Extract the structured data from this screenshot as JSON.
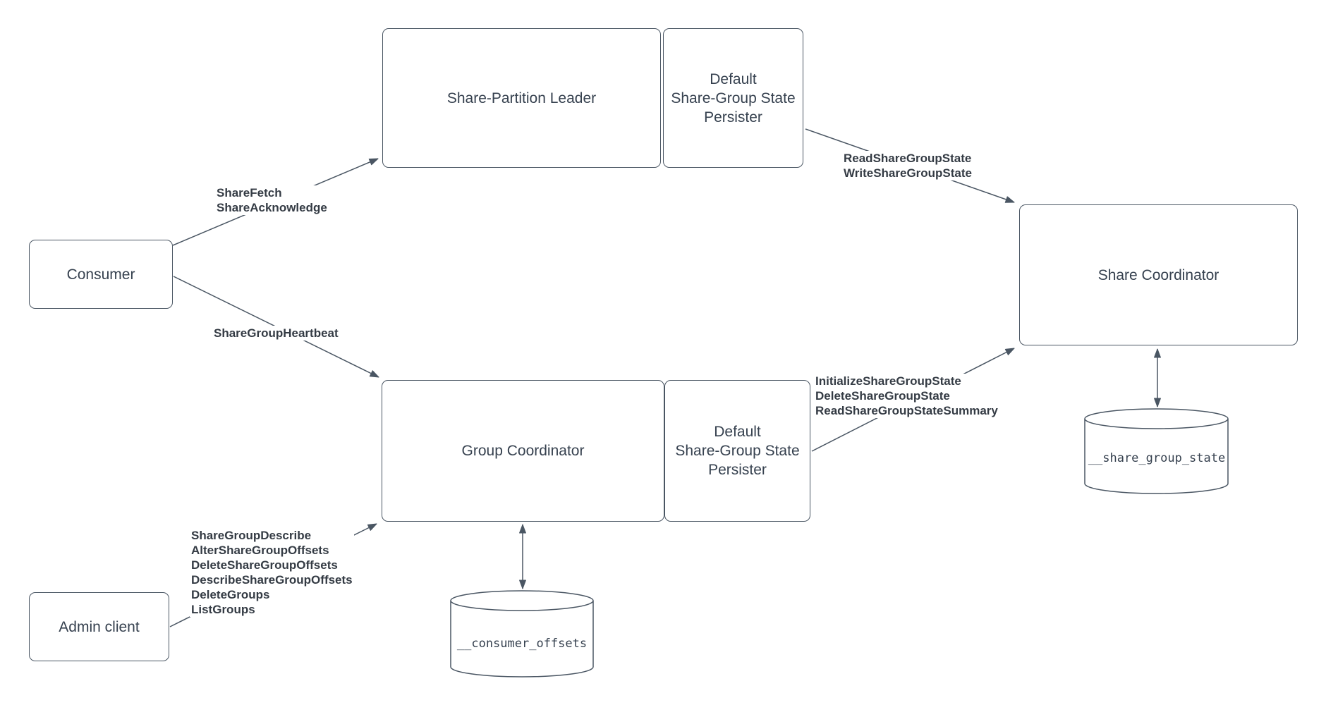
{
  "diagram": {
    "nodes": {
      "consumer": {
        "label": "Consumer"
      },
      "share_partition_leader": {
        "label": "Share-Partition Leader"
      },
      "persister_top": {
        "lines": [
          "Default",
          "Share-Group State",
          "Persister"
        ]
      },
      "share_coordinator": {
        "label": "Share Coordinator"
      },
      "group_coordinator": {
        "label": "Group Coordinator"
      },
      "persister_bottom": {
        "lines": [
          "Default",
          "Share-Group State",
          "Persister"
        ]
      },
      "admin_client": {
        "label": "Admin client"
      },
      "consumer_offsets_topic": {
        "label": "__consumer_offsets"
      },
      "share_group_state_topic": {
        "label": "__share_group_state"
      }
    },
    "edge_labels": {
      "consumer_to_share_partition_leader": [
        "ShareFetch",
        "ShareAcknowledge"
      ],
      "consumer_to_group_coordinator": [
        "ShareGroupHeartbeat"
      ],
      "persister_top_to_share_coordinator": [
        "ReadShareGroupState",
        "WriteShareGroupState"
      ],
      "persister_bottom_to_share_coordinator": [
        "InitializeShareGroupState",
        "DeleteShareGroupState",
        "ReadShareGroupStateSummary"
      ],
      "admin_client_to_group_coordinator": [
        "ShareGroupDescribe",
        "AlterShareGroupOffsets",
        "DeleteShareGroupOffsets",
        "DescribeShareGroupOffsets",
        "DeleteGroups",
        "ListGroups"
      ]
    },
    "colors": {
      "stroke": "#4a5663",
      "node_text": "#36414f",
      "edge_label_text": "#343b44",
      "background": "#ffffff"
    }
  }
}
